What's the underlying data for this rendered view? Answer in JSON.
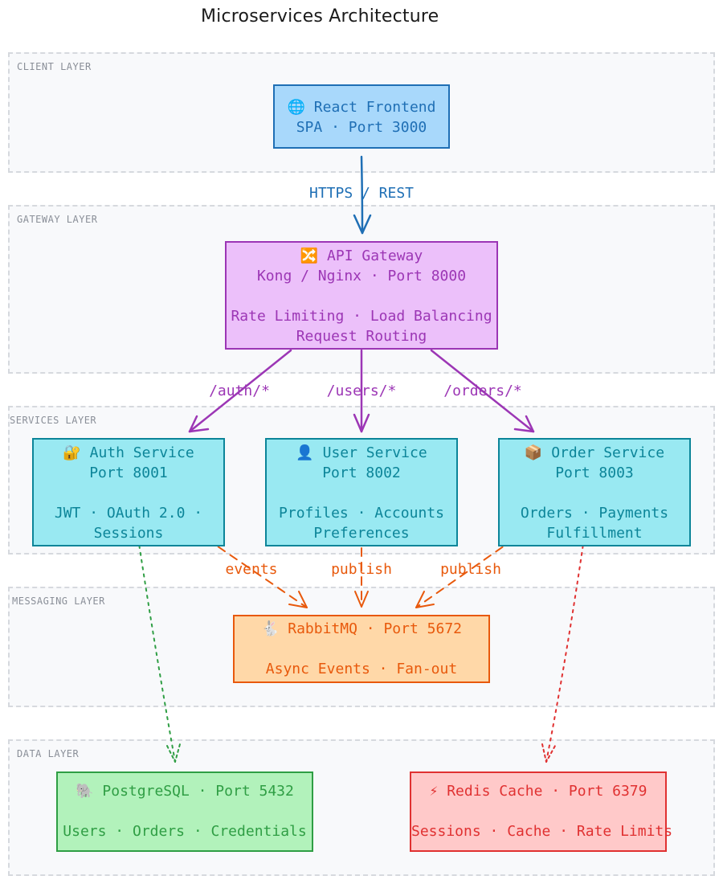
{
  "title": "Microservices Architecture",
  "layers": {
    "client": "CLIENT LAYER",
    "gateway": "GATEWAY LAYER",
    "services": "SERVICES LAYER",
    "messaging": "MESSAGING LAYER",
    "data": "DATA LAYER"
  },
  "nodes": {
    "frontend": {
      "icon": "🌐",
      "title": "React Frontend",
      "line2": "SPA · Port 3000"
    },
    "gateway": {
      "icon": "🔀",
      "title": "API Gateway",
      "line2": "Kong / Nginx · Port 8000",
      "line3": "Rate Limiting · Load Balancing",
      "line4": "Request Routing"
    },
    "auth": {
      "icon": "🔐",
      "title": "Auth Service",
      "line2": "Port 8001",
      "line3": "JWT · OAuth 2.0 ·",
      "line4": "Sessions"
    },
    "user": {
      "icon": "👤",
      "title": "User Service",
      "line2": "Port 8002",
      "line3": "Profiles · Accounts",
      "line4": "Preferences"
    },
    "order": {
      "icon": "📦",
      "title": "Order Service",
      "line2": "Port 8003",
      "line3": "Orders · Payments",
      "line4": "Fulfillment"
    },
    "rabbitmq": {
      "icon": "🐇",
      "title": "RabbitMQ · Port 5672",
      "line3": "Async Events · Fan-out"
    },
    "postgres": {
      "icon": "🐘",
      "title": "PostgreSQL · Port 5432",
      "line3": "Users · Orders · Credentials"
    },
    "redis": {
      "icon": "⚡",
      "title": "Redis Cache · Port 6379",
      "line3": "Sessions · Cache · Rate Limits"
    }
  },
  "edges": {
    "https": "HTTPS / REST",
    "auth_route": "/auth/*",
    "users_route": "/users/*",
    "orders_route": "/orders/*",
    "events": "events",
    "publish_user": "publish",
    "publish_order": "publish"
  },
  "colors": {
    "client": "#1f6fb5",
    "gateway": "#9c36b5",
    "messaging": "#e8590c",
    "postgres_link": "#2f9e44",
    "redis_link": "#e03131"
  }
}
